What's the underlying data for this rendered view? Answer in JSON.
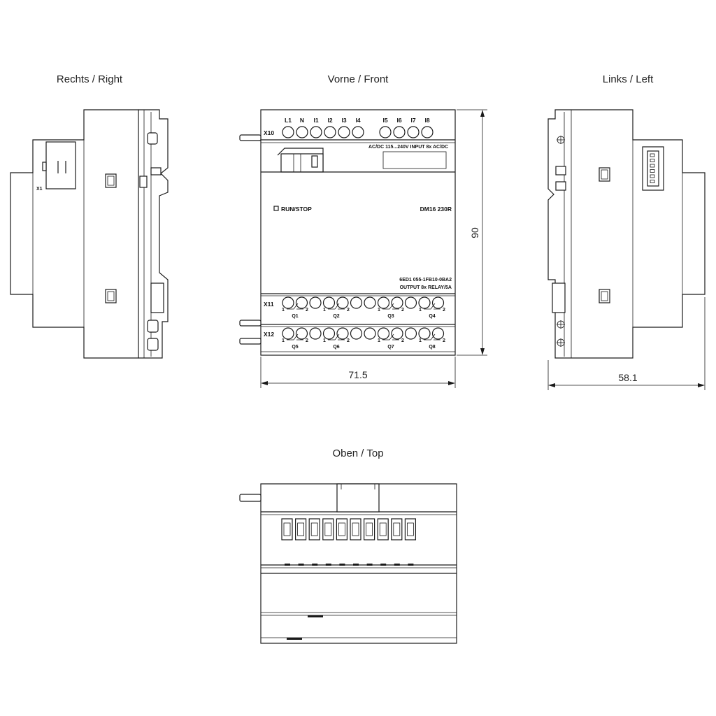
{
  "views": {
    "right": "Rechts / Right",
    "front": "Vorne / Front",
    "left": "Links / Left",
    "top": "Oben / Top"
  },
  "dimensions": {
    "height": "90",
    "front_width": "71.5",
    "depth": "58.1"
  },
  "front": {
    "connector_top": "X10",
    "connector_mid": "X11",
    "connector_bottom": "X12",
    "input_terminals": [
      "L1",
      "N",
      "I1",
      "I2",
      "I3",
      "I4",
      "I5",
      "I6",
      "I7",
      "I8"
    ],
    "input_spec": "AC/DC 115...240V  INPUT 8x AC/DC",
    "run_stop": "RUN/STOP",
    "model": "DM16 230R",
    "order_number": "6ED1 055-1FB10-0BA2",
    "output_spec": "OUTPUT 8x RELAY/5A",
    "relay_pin_1": "1",
    "relay_pin_2": "2",
    "outputs_row1": [
      "Q1",
      "Q2",
      "Q3",
      "Q4"
    ],
    "outputs_row2": [
      "Q5",
      "Q6",
      "Q7",
      "Q8"
    ]
  },
  "right_side": {
    "connector_label": "X1"
  }
}
